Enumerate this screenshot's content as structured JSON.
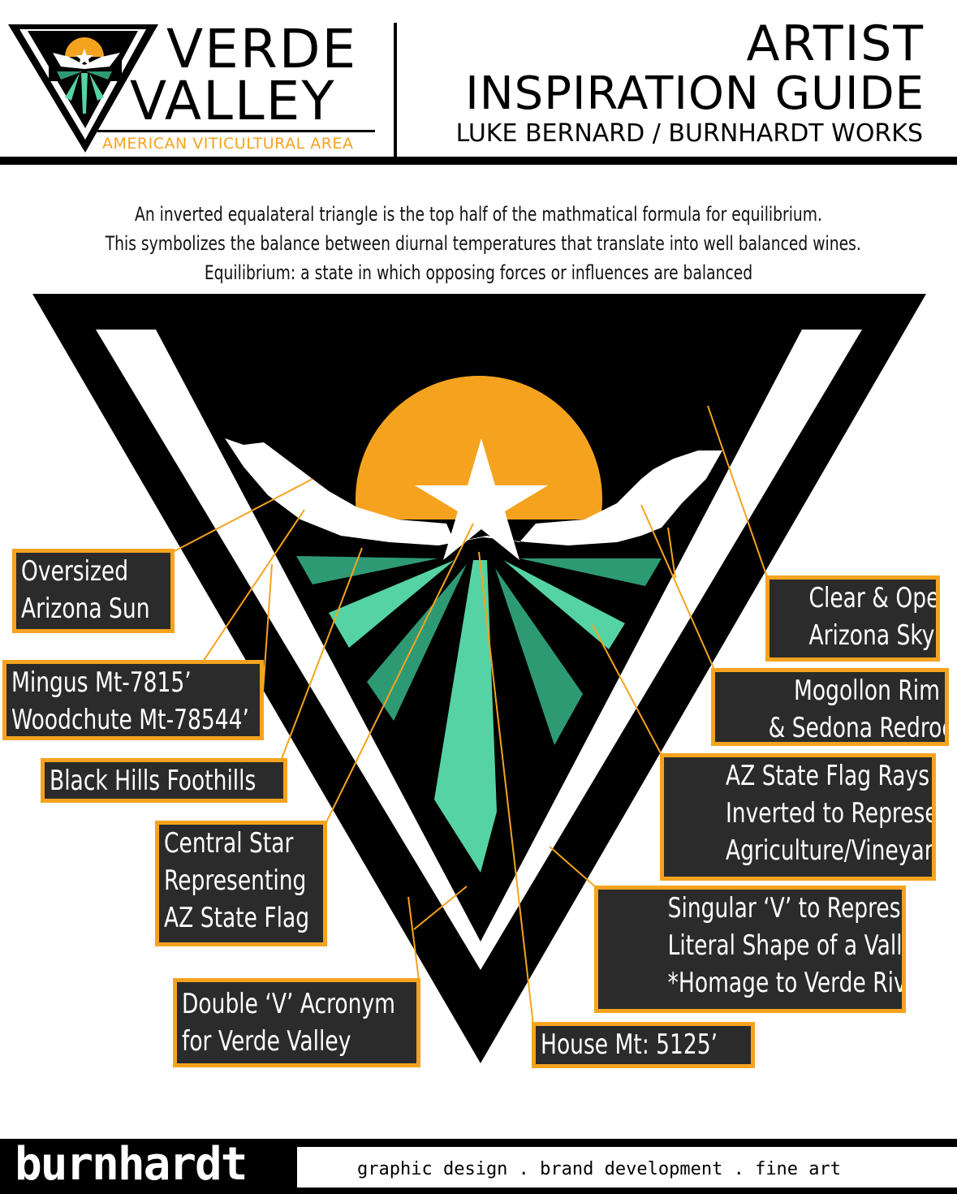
{
  "header": {
    "logo": {
      "line1": "VERDE",
      "line2": "VALLEY",
      "subtitle": "AMERICAN VITICULTURAL AREA"
    },
    "title_line1": "ARTIST",
    "title_line2": "INSPIRATION GUIDE",
    "byline": "LUKE BERNARD / BURNHARDT WORKS"
  },
  "intro": [
    "An inverted equalateral triangle is the top half of the mathmatical formula for equilibrium.",
    "This symbolizes the balance between diurnal temperatures that translate into well balanced wines.",
    "Equilibrium: a state in which opposing forces or influences are balanced"
  ],
  "labels": {
    "sun": [
      "Oversized",
      "Arizona Sun"
    ],
    "mingus": [
      "Mingus Mt-7815’",
      "Woodchute Mt-78544’"
    ],
    "black_hills": [
      "Black Hills Foothills"
    ],
    "star": [
      "Central Star",
      "Representing",
      "AZ State Flag"
    ],
    "double_v": [
      "Double ‘V’ Acronym",
      "for Verde Valley"
    ],
    "sky": [
      "Clear & Open",
      "Arizona Sky"
    ],
    "mogollon": [
      "Mogollon Rim",
      "& Sedona Redrocks"
    ],
    "rays": [
      "AZ State Flag Rays",
      "Inverted to Represent",
      "Agriculture/Vineyards"
    ],
    "singular_v": [
      "Singular ‘V’ to Represent",
      "Literal Shape of a Valley",
      "*Homage to Verde River"
    ],
    "house_mt": [
      "House Mt: 5125’"
    ]
  },
  "footer": {
    "brand": "burnhardt",
    "tagline": "graphic design . brand development . fine art"
  },
  "colors": {
    "orange": "#f5a31f",
    "green_light": "#55d3a4",
    "green_dark": "#2e9a74",
    "label_bg": "#2b2b2b"
  }
}
